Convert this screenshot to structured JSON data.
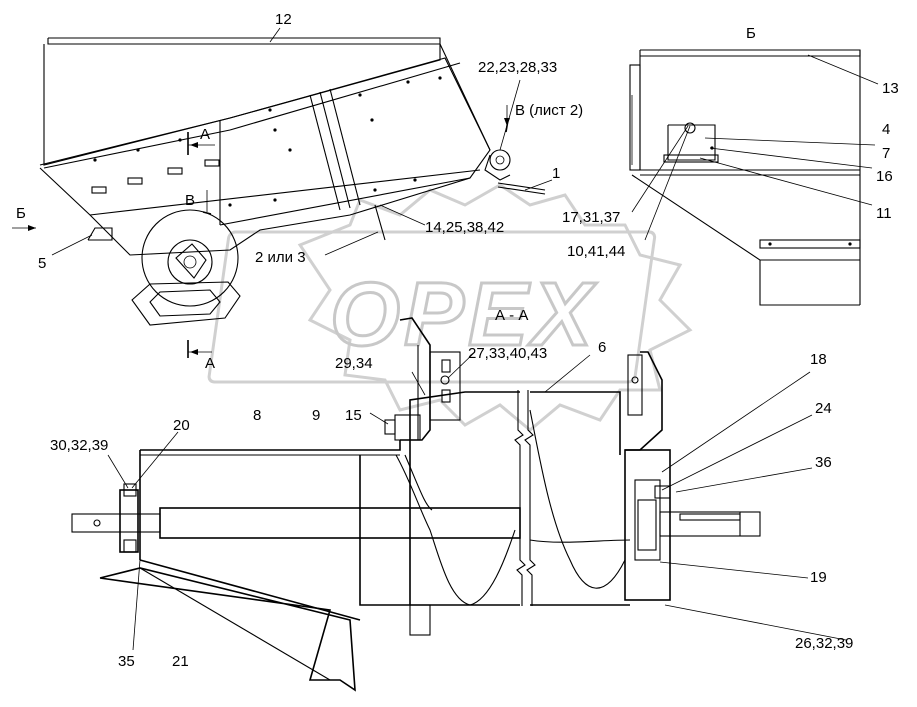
{
  "watermark": {
    "text": "OPEX"
  },
  "views": {
    "top_left": {
      "section_marker": "A",
      "section_marker_bottom": "A",
      "view_marker_b": "Б",
      "view_marker_v": "В",
      "v_sheet_ref": "В (лист 2)"
    },
    "top_right": {
      "title": "Б"
    },
    "section": {
      "title": "А - А"
    }
  },
  "callouts": {
    "c12": "12",
    "c22": "22,23,28,33",
    "c1": "1",
    "c5": "5",
    "c14": "14,25,38,42",
    "c2": "2 или 3",
    "c13": "13",
    "c4": "4",
    "c7": "7",
    "c16": "16",
    "c11": "11",
    "c17": "17,31,37",
    "c10": "10,41,44",
    "c29": "29,34",
    "c27": "27,33,40,43",
    "c6": "6",
    "c15": "15",
    "c8": "8",
    "c9": "9",
    "c20": "20",
    "c30": "30,32,39",
    "c18": "18",
    "c24": "24",
    "c36": "36",
    "c19": "19",
    "c26": "26,32,39",
    "c35": "35",
    "c21": "21"
  }
}
